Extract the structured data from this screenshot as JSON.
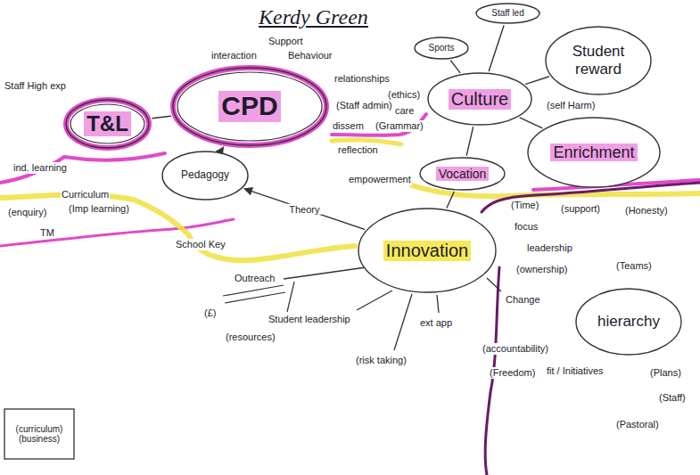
{
  "diagram": {
    "title": "Kerdy Green",
    "nodes": [
      {
        "text": [
          "Staff led"
        ]
      },
      {
        "text": [
          "Student reward"
        ]
      },
      {
        "text": [
          "Sports"
        ]
      },
      {
        "text": [
          "CPD"
        ]
      },
      {
        "text": [
          "T&L"
        ]
      },
      {
        "text": [
          "Culture"
        ]
      },
      {
        "text": [
          "Enrichment"
        ]
      },
      {
        "text": [
          "Pedagogy"
        ]
      },
      {
        "text": [
          "Vocation"
        ]
      },
      {
        "text": [
          "Innovation"
        ]
      },
      {
        "text": [
          "hierarchy"
        ]
      },
      {
        "text": [
          "(curriculum)",
          "(business)"
        ]
      }
    ],
    "edges": [
      {
        "from": 4,
        "to": 3,
        "arrow": "none"
      },
      {
        "from": 7,
        "to": 3,
        "arrow": "to"
      },
      {
        "from": 5,
        "to": 0,
        "arrow": "none"
      },
      {
        "from": 5,
        "to": 2,
        "arrow": "none"
      },
      {
        "from": 5,
        "to": 1,
        "arrow": "none"
      },
      {
        "from": 5,
        "to": 6,
        "arrow": "none"
      },
      {
        "from": 5,
        "to": 8,
        "arrow": "none"
      },
      {
        "from": 9,
        "to": 8,
        "arrow": "none"
      },
      {
        "from": 9,
        "to": 7,
        "label": "Theory",
        "arrow": "to"
      }
    ],
    "labels": [
      "Support",
      "interaction",
      "Behaviour",
      "relationships",
      "(ethics)",
      "(Staff admin)",
      "care",
      "dissem",
      "(Grammar)",
      "reflection",
      "empowerment",
      "(self Harm)",
      "Staff High exp",
      "ind. learning",
      "Curriculum",
      "(enquiry)",
      "(Imp learning)",
      "TM",
      "School Key",
      "Outreach",
      "(£)",
      "(resources)",
      "Student leadership",
      "ext app",
      "(risk taking)",
      "Change",
      "(accountability)",
      "(Freedom)",
      "fit / Initiatives",
      "(Time)",
      "focus",
      "(support)",
      "(Honesty)",
      "leadership",
      "(ownership)",
      "(Teams)",
      "(Plans)",
      "(Staff)",
      "(Pastoral)"
    ]
  }
}
